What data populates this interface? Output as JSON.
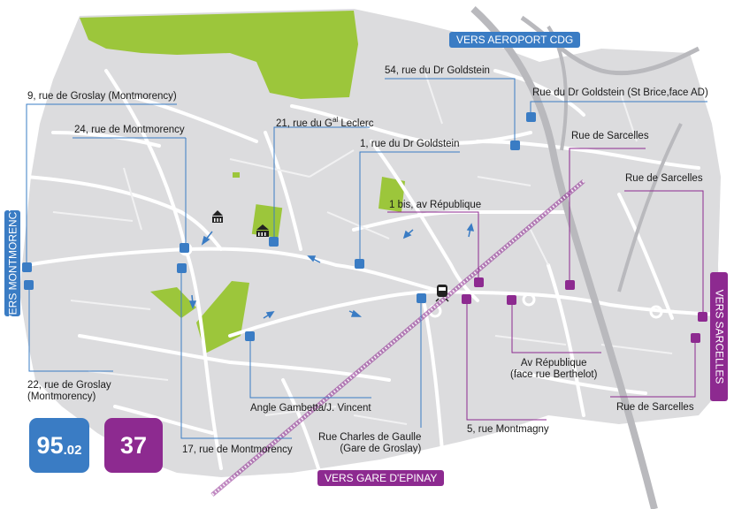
{
  "colors": {
    "map_bg": "#dcdcde",
    "road": "#ffffff",
    "park": "#9cc63b",
    "route_9502": "#3a7cc4",
    "route_37": "#8d2a90",
    "rail": "#c0c0c4"
  },
  "direction_tags": {
    "aeroport": "VERS AEROPORT CDG",
    "montmorency": "VERS MONTMORENCY",
    "sarcelles": "VERS SARCELLES",
    "epinay": "VERS GARE D'EPINAY"
  },
  "routes": {
    "r9502_main": "95",
    "r9502_suffix": ".02",
    "r37": "37"
  },
  "stops": {
    "s1": "9, rue de Groslay (Montmorency)",
    "s2": "24, rue de Montmorency",
    "s3": "21, rue du G",
    "s3_sup": "al",
    "s3_end": " Leclerc",
    "s4": "54, rue du Dr Goldstein",
    "s5": "Rue du Dr Goldstein (St Brice,face AD)",
    "s6": "1, rue du Dr Goldstein",
    "s7": "Rue de Sarcelles",
    "s8": "Rue de Sarcelles",
    "s9": "1 bis, av République",
    "s10_a": "22, rue de Groslay",
    "s10_b": "(Montmorency)",
    "s11": "Angle Gambetta/J. Vincent",
    "s12_a": "Av République",
    "s12_b": "(face rue Berthelot)",
    "s13": "Rue de Sarcelles",
    "s14": "5, rue Montmagny",
    "s15_a": "Rue Charles de Gaulle",
    "s15_b": "(Gare de Groslay)",
    "s16": "17, rue de Montmorency"
  },
  "icons": [
    "town-hall-icon",
    "train-station-icon",
    "bus-stop-icon",
    "direction-arrow-icon"
  ]
}
